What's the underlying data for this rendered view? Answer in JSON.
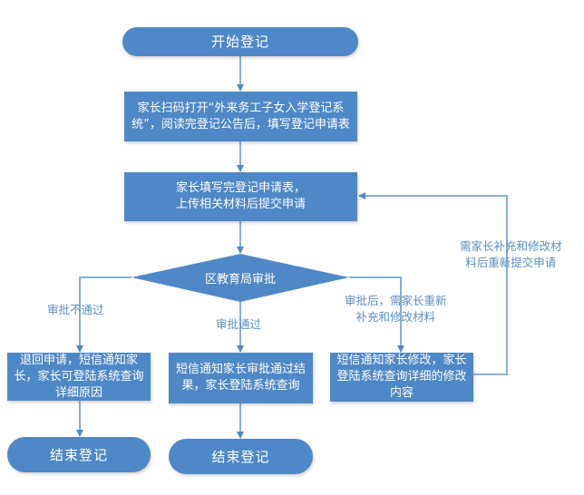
{
  "title": "外来务工子女入学登记流程",
  "colors": {
    "shape_fill": "#4f88c6",
    "connector": "#8aaed4",
    "arrow": "#4f88c6",
    "label_text": "#5b8fc4",
    "shape_text": "#ffffff"
  },
  "nodes": {
    "start": "开始登记",
    "step1_line1": "家长扫码打开“外来务工子女入学登记系",
    "step1_line2": "统”，阅读完登记公告后，填写登记申请表",
    "step2_line1": "家长填写完登记申请表，",
    "step2_line2": "上传相关材料后提交申请",
    "decision": "区教育局审批",
    "reject_line1": "退回申请，短信通知家",
    "reject_line2": "长，家长可登陆系统查询",
    "reject_line3": "详细原因",
    "approve_line1": "短信通知家长审批通过结",
    "approve_line2": "果，家长登陆系统查询",
    "modify_line1": "短信通知家长修改，家长",
    "modify_line2": "登陆系统查询详细的修改",
    "modify_line3": "内容",
    "end_left": "结束登记",
    "end_middle": "结束登记"
  },
  "edge_labels": {
    "reject": "审批不通过",
    "approve": "审批通过",
    "modify_line1": "审批后，需家长重新",
    "modify_line2": "补充和修改材料",
    "resubmit_line1": "需家长补充和修改材",
    "resubmit_line2": "料后重新提交申请"
  }
}
